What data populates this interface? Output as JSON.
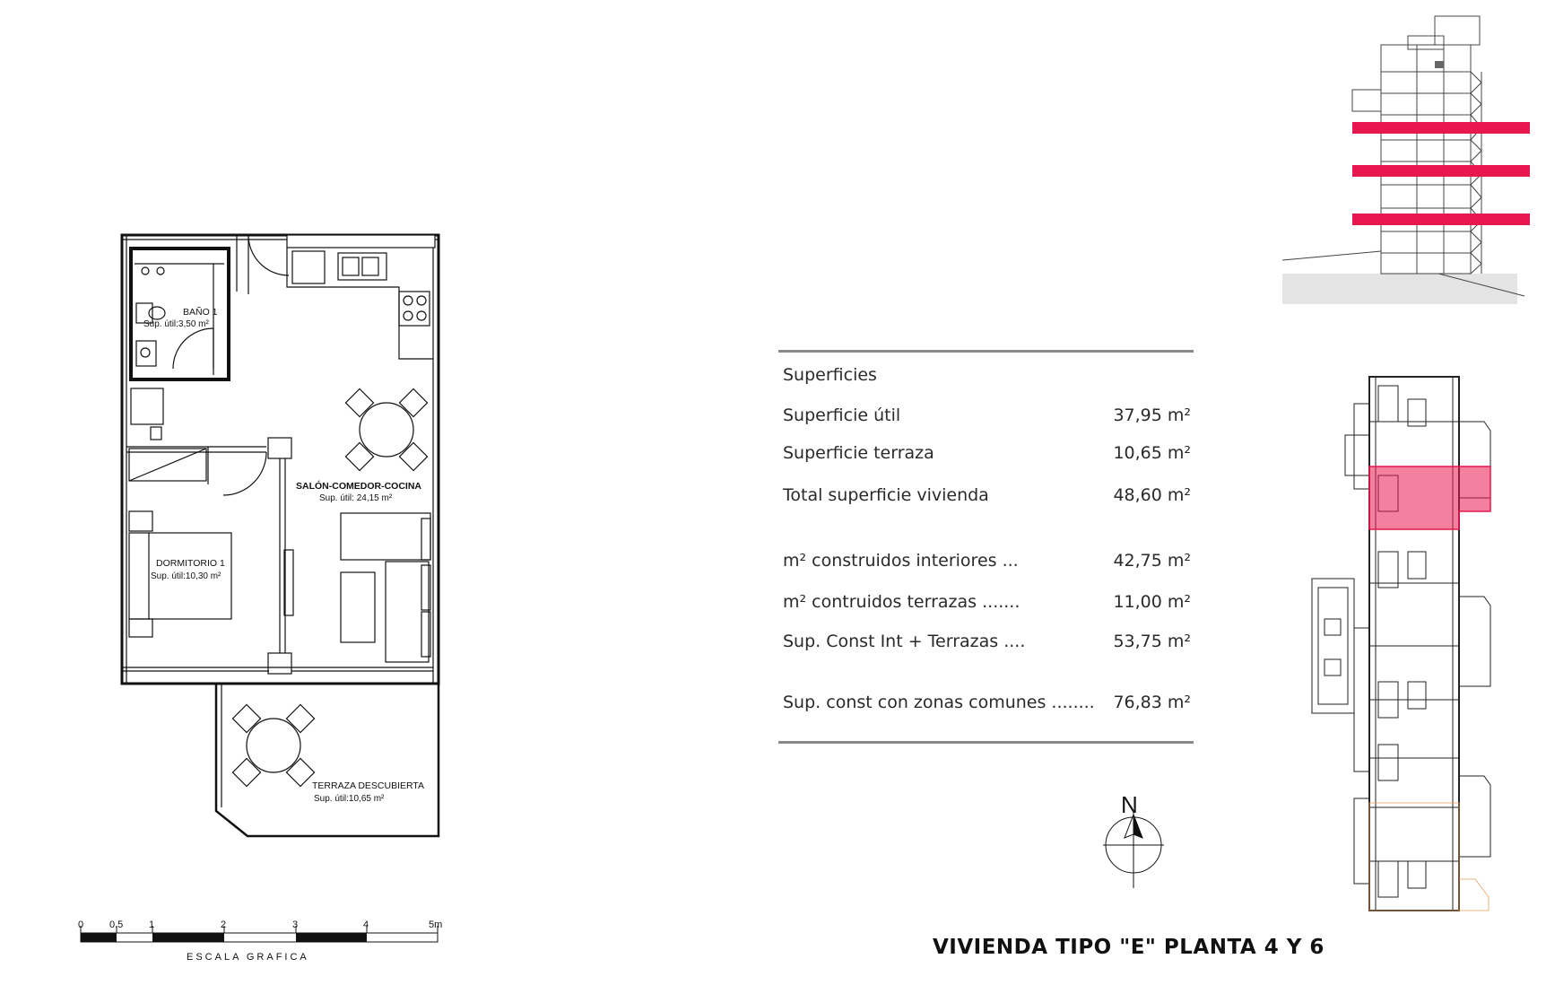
{
  "rooms": {
    "bano": {
      "name": "BAÑO 1",
      "area": "Sup. útil:3,50 m²"
    },
    "salon": {
      "name": "SALÓN-COMEDOR-COCINA",
      "area": "Sup. útil: 24,15 m²"
    },
    "dormitorio": {
      "name": "DORMITORIO 1",
      "area": "Sup. útil:10,30 m²"
    },
    "terraza": {
      "name": "TERRAZA DESCUBIERTA",
      "area": "Sup. útil:10,65 m²"
    }
  },
  "scale_bar": {
    "ticks": [
      "0",
      "0.5",
      "1",
      "2",
      "3",
      "4",
      "5m"
    ],
    "title": "ESCALA GRAFICA"
  },
  "areas_table": {
    "heading": "Superficies",
    "rows": [
      {
        "label": "Superficie útil",
        "value": "37,95 m²"
      },
      {
        "label": "Superficie terraza",
        "value": "10,65 m²"
      },
      {
        "label": "Total superficie vivienda",
        "value": "48,60 m²"
      },
      {
        "label": "m² construidos interiores ...",
        "value": "42,75 m²"
      },
      {
        "label": "m² contruidos terrazas .......",
        "value": "11,00 m²"
      },
      {
        "label": "Sup. Const Int + Terrazas ....",
        "value": "53,75 m²"
      },
      {
        "label": "Sup. const con zonas comunes ........",
        "value": "76,83 m²"
      }
    ]
  },
  "compass": {
    "north_label": "N"
  },
  "plan_title": "VIVIENDA TIPO \"E\" PLANTA 4 Y 6",
  "colors": {
    "highlight": "#e8174f",
    "rule": "#8a8a8a",
    "wall": "#111111"
  }
}
